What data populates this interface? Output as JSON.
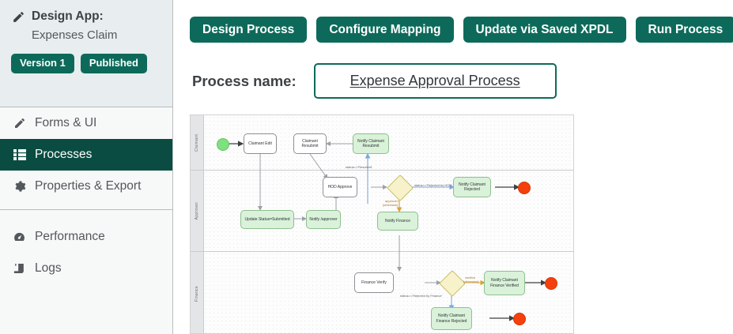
{
  "sidebar": {
    "app_label": "Design App:",
    "app_name": "Expenses Claim",
    "badges": [
      {
        "name": "version-badge",
        "label": "Version 1"
      },
      {
        "name": "published-badge",
        "label": "Published"
      }
    ],
    "nav_primary": [
      {
        "icon": "edit-icon",
        "label": "Forms & UI",
        "active": false
      },
      {
        "icon": "list-icon",
        "label": "Processes",
        "active": true
      },
      {
        "icon": "gear-icon",
        "label": "Properties & Export",
        "active": false
      }
    ],
    "nav_secondary": [
      {
        "icon": "gauge-icon",
        "label": "Performance",
        "active": false
      },
      {
        "icon": "logs-icon",
        "label": "Logs",
        "active": false
      }
    ]
  },
  "toolbar": {
    "buttons": [
      "Design Process",
      "Configure Mapping",
      "Update via Saved XPDL",
      "Run Process"
    ]
  },
  "process_name": {
    "label": "Process name:",
    "value": "Expense Approval Process"
  },
  "diagram": {
    "lanes": [
      "Claimant",
      "Approver",
      "Finance"
    ],
    "nodes": [
      {
        "id": "start",
        "kind": "start",
        "label": ""
      },
      {
        "id": "claimant-edit",
        "kind": "task",
        "label": "Claimant Edit"
      },
      {
        "id": "claimant-resubmit",
        "kind": "task",
        "label": "Claimant Resubmit"
      },
      {
        "id": "notify-claimant-resubmit",
        "kind": "notify",
        "label": "Notify Claimant Resubmit"
      },
      {
        "id": "update-status",
        "kind": "notify",
        "label": "Update Status=Submitted"
      },
      {
        "id": "notify-approver",
        "kind": "notify",
        "label": "Notify /approver"
      },
      {
        "id": "hod-approve",
        "kind": "task",
        "label": "HOD Approve"
      },
      {
        "id": "gw-hod",
        "kind": "gateway",
        "label": ""
      },
      {
        "id": "notify-finance",
        "kind": "notify",
        "label": "Notify Finance"
      },
      {
        "id": "notify-claimant-rejected",
        "kind": "notify",
        "label": "Notify Claimant Rejected"
      },
      {
        "id": "end-rejected",
        "kind": "end",
        "label": ""
      },
      {
        "id": "finance-verify",
        "kind": "task",
        "label": "Finance Verify"
      },
      {
        "id": "gw-finance",
        "kind": "gateway",
        "label": ""
      },
      {
        "id": "notify-finance-verified",
        "kind": "notify",
        "label": "Notify Claimant Finance Verified"
      },
      {
        "id": "end-verified",
        "kind": "end",
        "label": ""
      },
      {
        "id": "notify-finance-rejected",
        "kind": "notify",
        "label": "Notify Claimant Finance Rejected"
      },
      {
        "id": "end-fin-rejected",
        "kind": "end",
        "label": ""
      }
    ],
    "edge_labels": [
      {
        "id": "lbl-resubmit",
        "text": "status=='Resubmit'"
      },
      {
        "id": "lbl-approved",
        "text": "approved"
      },
      {
        "id": "lbl-approved-alt",
        "text": "[otherwise]"
      },
      {
        "id": "lbl-rejected-hod",
        "text": "status=='Rejected by HOD'"
      },
      {
        "id": "lbl-verified",
        "text": "verified"
      },
      {
        "id": "lbl-verified-alt",
        "text": "[otherwise]"
      },
      {
        "id": "lbl-rejected-fin",
        "text": "status=='Rejected by Finance'"
      }
    ]
  },
  "colors": {
    "brand_teal": "#0d6a5a",
    "active_teal": "#0a4c41",
    "start_green": "#7ee07e",
    "end_red": "#f4400d",
    "notify_green": "#d9f2d9",
    "gateway_yellow": "#f7f2c9"
  }
}
